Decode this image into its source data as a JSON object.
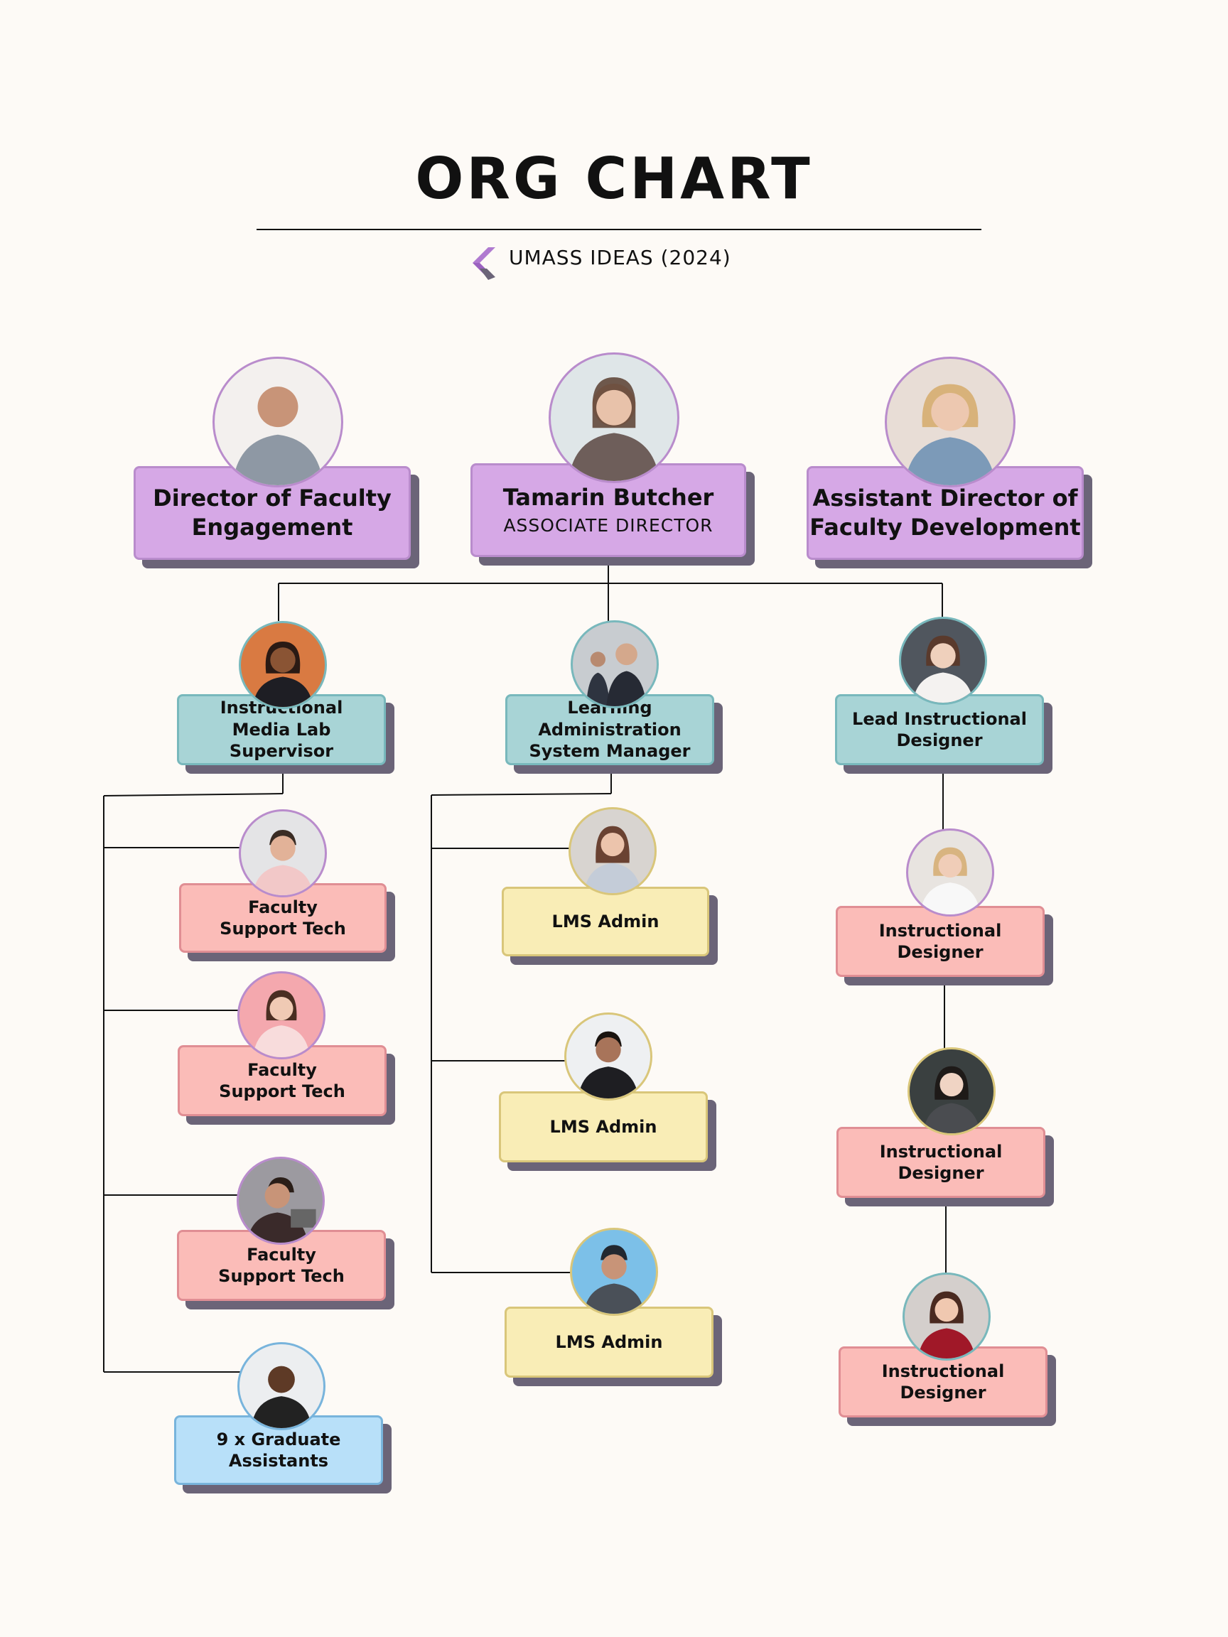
{
  "header": {
    "title": "ORG CHART",
    "subtitle": "UMASS IDEAS (2024)"
  },
  "top": {
    "left": {
      "title": "Director of Faculty Engagement"
    },
    "center": {
      "name": "Tamarin Butcher",
      "role": "ASSOCIATE DIRECTOR"
    },
    "right": {
      "title": "Assistant Director of Faculty Development"
    }
  },
  "middle": {
    "left": {
      "title": "Instructional Media Lab Supervisor"
    },
    "center": {
      "title": "Learning Administration System Manager"
    },
    "right": {
      "title": "Lead Instructional Designer"
    }
  },
  "left_column": [
    {
      "title": "Faculty Support Tech"
    },
    {
      "title": "Faculty Support Tech"
    },
    {
      "title": "Faculty Support Tech"
    },
    {
      "title": "9 x Graduate Assistants"
    }
  ],
  "center_column": [
    {
      "title": "LMS Admin"
    },
    {
      "title": "LMS Admin"
    },
    {
      "title": "LMS Admin"
    }
  ],
  "right_column": [
    {
      "title": "Instructional Designer"
    },
    {
      "title": "Instructional Designer"
    },
    {
      "title": "Instructional Designer"
    }
  ],
  "colors": {
    "purple": "#d6a8e6",
    "teal": "#a8d4d6",
    "pink": "#fbbcb8",
    "yellow": "#f9edb6",
    "blue": "#b8e0f9",
    "shadow": "#6b6478"
  },
  "icons": [
    "brand-logo-icon",
    "person-photo-icon"
  ]
}
